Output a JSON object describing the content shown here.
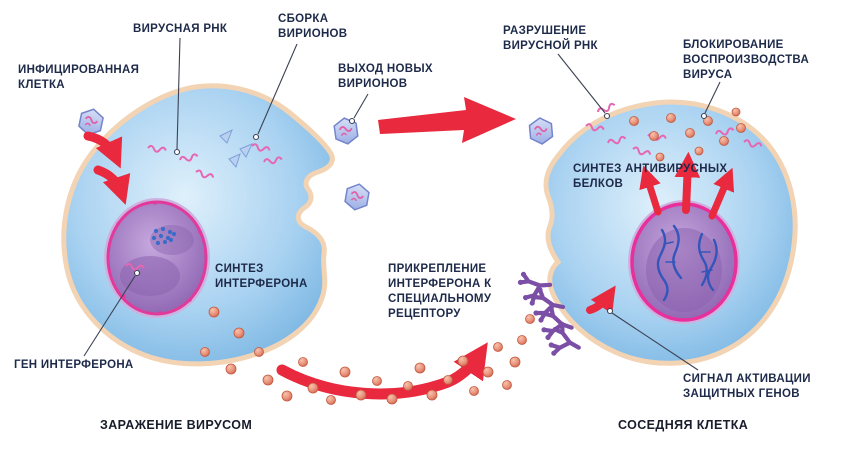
{
  "figure": {
    "type": "biology-diagram",
    "language": "ru",
    "labels": {
      "infected_cell": "ИНФИЦИРОВАННАЯ\nКЛЕТКА",
      "viral_rna": "ВИРУСНАЯ РНК",
      "virion_assembly": "СБОРКА\nВИРИОНОВ",
      "new_virions_exit": "ВЫХОД НОВЫХ\nВИРИОНОВ",
      "viral_rna_destruction": "РАЗРУШЕНИЕ\nВИРУСНОЙ РНК",
      "virus_reproduction_block": "БЛОКИРОВАНИЕ\nВОСПРОИЗВОДСТВА\nВИРУСА",
      "antiviral_protein_synthesis": "СИНТЕЗ АНТИВИРУСНЫХ\nБЕЛКОВ",
      "interferon_synthesis": "СИНТЕЗ\nИНТЕРФЕРОНА",
      "interferon_attachment": "ПРИКРЕПЛЕНИЕ\nИНТЕРФЕРОНА К\nСПЕЦИАЛЬНОМУ\nРЕЦЕПТОРУ",
      "interferon_gene": "ГЕН ИНТЕРФЕРОНА",
      "protective_genes_signal": "СИГНАЛ АКТИВАЦИИ\nЗАЩИТНЫХ ГЕНОВ"
    },
    "captions": {
      "left": "ЗАРАЖЕНИЕ ВИРУСОМ",
      "right": "СОСЕДНЯЯ КЛЕТКА"
    },
    "colors": {
      "cell_fill": "#8fc3ea",
      "cell_membrane": "#f2d4b4",
      "nucleus_fill": "#a482c4",
      "nucleus_ring": "#e23a9a",
      "arrow_red": "#e8293e",
      "interferon_dot": "#e8927c",
      "receptor_purple": "#7b4fa6",
      "rna_pink": "#e766b2",
      "virus_fill": "#b9c6ee",
      "chromosome_blue": "#3456ba",
      "text": "#1e2a4a"
    }
  }
}
